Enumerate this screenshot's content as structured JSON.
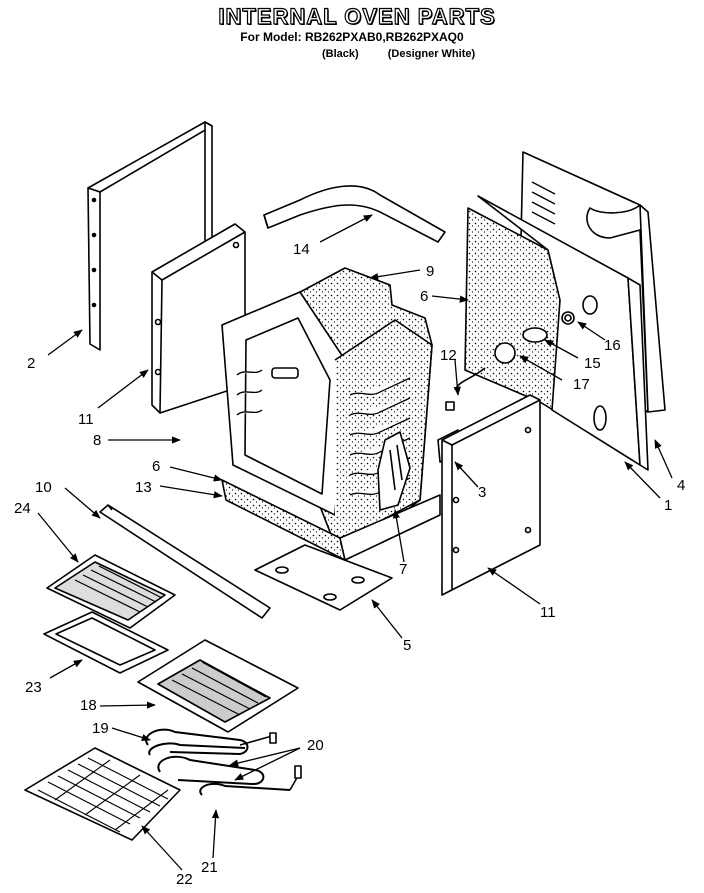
{
  "header": {
    "title": "INTERNAL OVEN PARTS",
    "model_line": "For Model: RB262PXAB0,RB262PXAQ0",
    "variant_1": "(Black)",
    "variant_2": "(Designer White)"
  },
  "callouts": [
    "2",
    "11",
    "8",
    "6",
    "13",
    "10",
    "24",
    "23",
    "18",
    "19",
    "20",
    "22",
    "21",
    "14",
    "9",
    "6",
    "12",
    "16",
    "15",
    "17",
    "3",
    "4",
    "1",
    "7",
    "5",
    "11"
  ]
}
